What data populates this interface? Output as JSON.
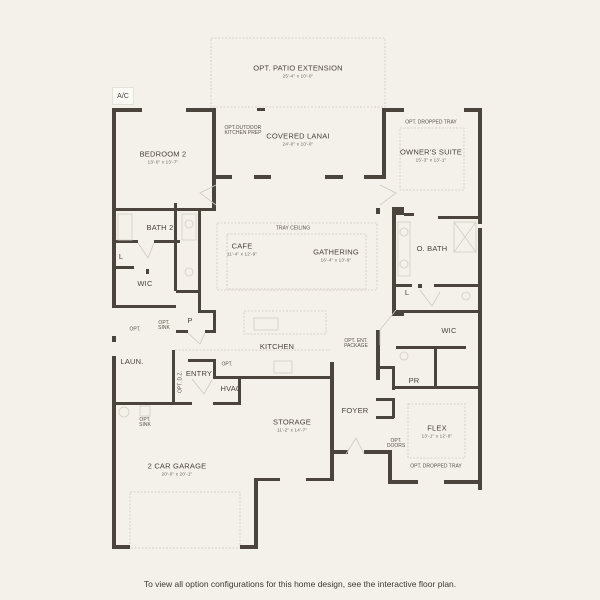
{
  "colors": {
    "background": "#f3f1e9",
    "wall": "#4a443d",
    "dashed": "#cfcac0",
    "text": "#4a443d"
  },
  "equipment": {
    "ac_label": "A/C"
  },
  "rooms": {
    "patio_ext": {
      "name": "OPT. PATIO EXTENSION",
      "dims": "25'-4\" x 10'-0\""
    },
    "bedroom2": {
      "name": "BEDROOM 2",
      "dims": "13'-0\" x 13'-7\""
    },
    "lanai": {
      "name": "COVERED LANAI",
      "dims": "24'-0\" x 10'-0\""
    },
    "owners_suite": {
      "name": "OWNER'S SUITE",
      "dims": "15'-3\" x 13'-1\""
    },
    "bath2": {
      "name": "BATH 2"
    },
    "cafe": {
      "name": "CAFE",
      "dims": "11'-4\" x 12'-9\""
    },
    "gathering": {
      "name": "GATHERING",
      "dims": "16'-4\" x 13'-9\""
    },
    "obath": {
      "name": "O. BATH"
    },
    "wic_left": {
      "name": "WIC"
    },
    "wic_right": {
      "name": "WIC"
    },
    "linen_left": {
      "name": "L"
    },
    "linen_right": {
      "name": "L"
    },
    "pantry": {
      "name": "P"
    },
    "kitchen": {
      "name": "KITCHEN"
    },
    "laundry": {
      "name": "LAUN."
    },
    "entry": {
      "name": "ENTRY"
    },
    "hvac": {
      "name": "HVAC"
    },
    "powder": {
      "name": "PR"
    },
    "foyer": {
      "name": "FOYER"
    },
    "storage": {
      "name": "STORAGE",
      "dims": "11'-2\" x 14'-7\""
    },
    "flex": {
      "name": "FLEX",
      "dims": "13'-1\" x 12'-8\""
    },
    "garage": {
      "name": "2 CAR GARAGE",
      "dims": "20'-0\" x 20'-1\""
    }
  },
  "notes": {
    "outdoor_kitchen": "OPT.OUTDOOR\nKITCHEN PREP",
    "dropped_tray_owner": "OPT. DROPPED TRAY",
    "tray_ceiling": "TRAY CEILING",
    "opt_sink_laundry": "OPT.\nSINK",
    "opt_laundry": "OPT.",
    "opt_kitchen": "OPT.",
    "opt_dz": "OPT. D.Z.",
    "ent_package": "OPT. ENT.\nPACKAGE",
    "opt_sink_garage": "OPT.\nSINK",
    "opt_doors": "OPT.\nDOORS",
    "dropped_tray_flex": "OPT. DROPPED TRAY"
  },
  "footer": {
    "text": "To view all option configurations for this home design, see the interactive floor plan."
  }
}
